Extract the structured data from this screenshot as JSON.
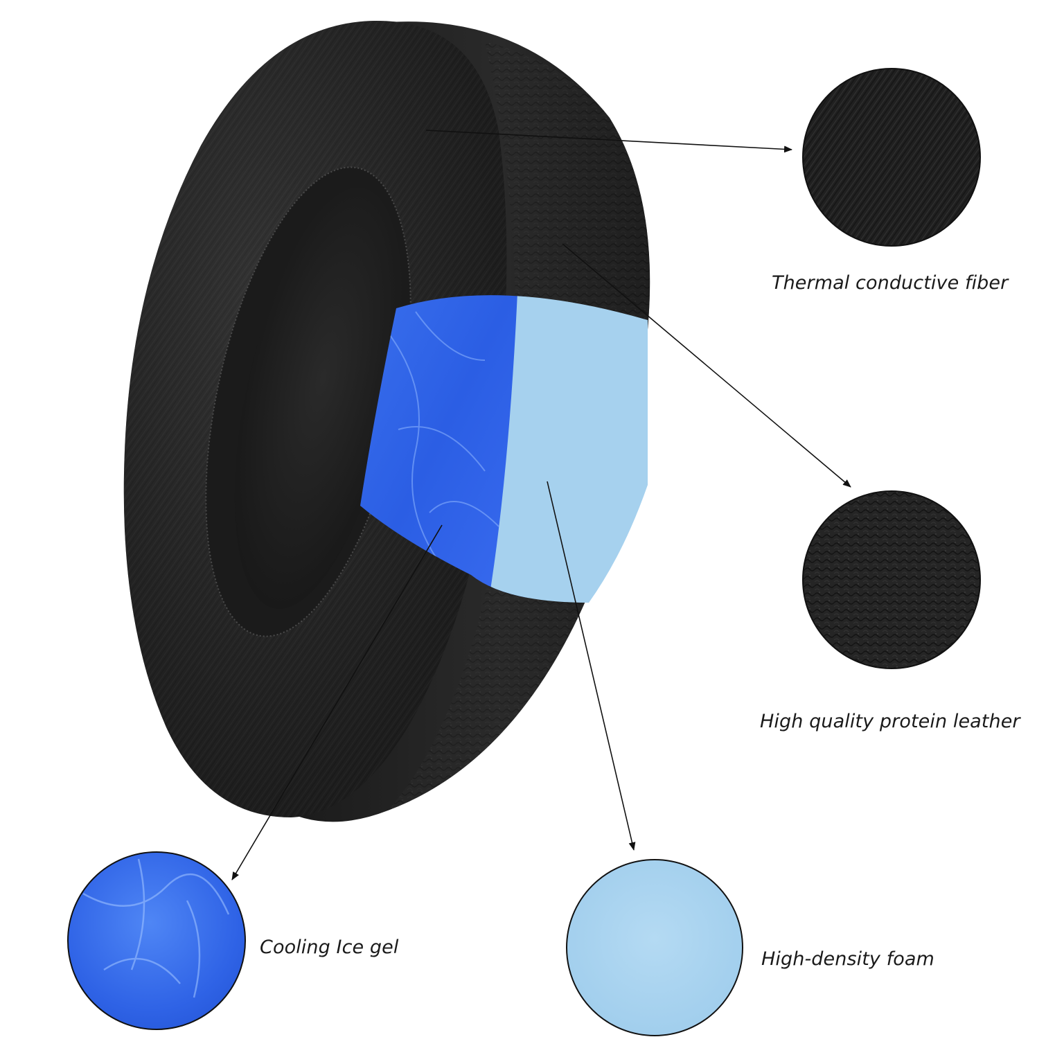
{
  "callouts": {
    "thermal_fiber": {
      "label": "Thermal conductive fiber"
    },
    "protein_leather": {
      "label": "High quality protein leather"
    },
    "ice_gel": {
      "label": "Cooling Ice gel"
    },
    "foam": {
      "label": "High-density foam"
    }
  },
  "colors": {
    "background": "#ffffff",
    "cushion_black": "#1c1c1c",
    "gel_blue": "#2f63e6",
    "foam_light_blue": "#a6d1ee",
    "label_text": "#1a1a1a",
    "leader_line": "#111111"
  },
  "icons": {
    "fabric_swatch": "fabric-texture-circle",
    "leather_swatch": "leather-texture-circle",
    "gel_swatch": "ice-gel-texture-circle",
    "foam_swatch": "foam-texture-circle"
  }
}
